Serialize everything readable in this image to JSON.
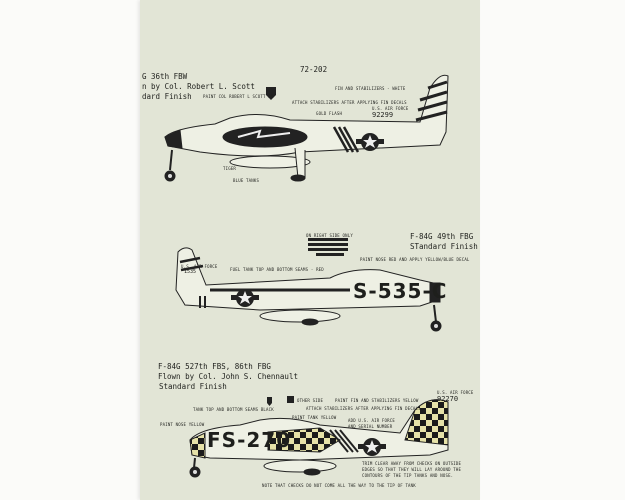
{
  "sheet_number": "72-202",
  "aircraft1": {
    "title_lines": [
      "G  36th FBW",
      "n by Col. Robert L. Scott",
      "dard Finish"
    ],
    "callouts": {
      "name": "PAINT COL ROBERT L SCOTT JR",
      "fin": "FIN AND STABILIZERS - WHITE",
      "attach": "ATTACH STABILIZERS AFTER APPLYING FIN DECALS",
      "flash": "GOLD FLASH",
      "tiger": "TIGER",
      "tanks": "BLUE TANKS"
    },
    "usaf": "U.S. AIR FORCE",
    "serial": "92299"
  },
  "aircraft2": {
    "title_lines": [
      "F-84G  49th FBG",
      "STandard Finish"
    ],
    "callouts": {
      "right_side": "ON RIGHT SIDE ONLY",
      "nose": "PAINT NOSE RED AND APPLY YELLOW/BLUE DECAL",
      "seams": "FUEL TANK TOP AND BOTTOM SEAMS - RED"
    },
    "usaf": "U.S. AIR FORCE",
    "serial": "1535",
    "buzz_number": "S-535-C"
  },
  "aircraft3": {
    "title_lines": [
      "F-84G  527th FBS, 86th FBG",
      "Flown by Col. John S. Chennault",
      "Standard Finish"
    ],
    "callouts": {
      "other_side": "OTHER SIDE",
      "fin": "PAINT FIN AND STABILIZERS YELLOW",
      "seams": "TANK TOP AND BOTTOM SEAMS BLACK",
      "attach": "ATTACH STABILIZERS AFTER APPLYING FIN DECALS",
      "tank": "PAINT TANK YELLOW",
      "nose": "PAINT NOSE YELLOW",
      "add_usaf": [
        "ADD U.S. AIR FORCE",
        "AND SERIAL NUMBER"
      ],
      "trim": [
        "TRIM CLEAR AWAY FROM CHECKS ON OUTSIDE",
        "EDGES SO THAT THEY WILL LAY AROUND THE",
        "CONTOURS OF THE TIP TANKS AND NOSE."
      ],
      "note": "NOTE THAT CHECKS DO NOT COME ALL THE WAY TO THE TIP OF TANK"
    },
    "usaf": "U.S. AIR FORCE",
    "serial": "92270",
    "buzz_number": "FS-270"
  },
  "colors": {
    "sheet": "#e2e5d6",
    "ink": "#1e1f1c"
  }
}
